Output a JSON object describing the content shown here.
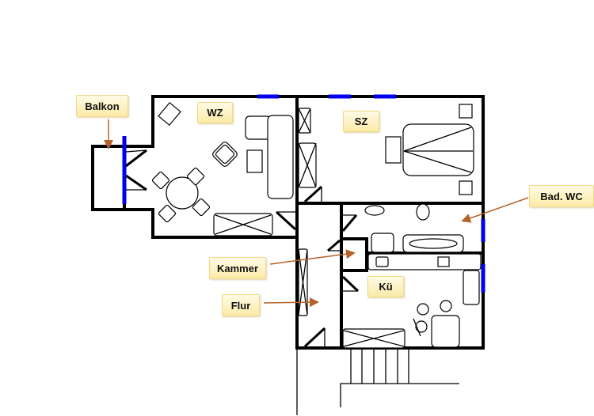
{
  "floor_plan": {
    "rooms": [
      {
        "id": "balkon",
        "label": "Balkon"
      },
      {
        "id": "wz",
        "label": "WZ"
      },
      {
        "id": "sz",
        "label": "SZ"
      },
      {
        "id": "bad_wc",
        "label": "Bad. WC"
      },
      {
        "id": "kammer",
        "label": "Kammer"
      },
      {
        "id": "flur",
        "label": "Flur"
      },
      {
        "id": "kueche",
        "label": "Kü"
      }
    ],
    "colors": {
      "walls": "#000000",
      "windows": "#0000ee",
      "arrows": "#b5622a",
      "label_fill_top": "#fffbe6",
      "label_fill_bottom": "#fbeaa6"
    }
  }
}
